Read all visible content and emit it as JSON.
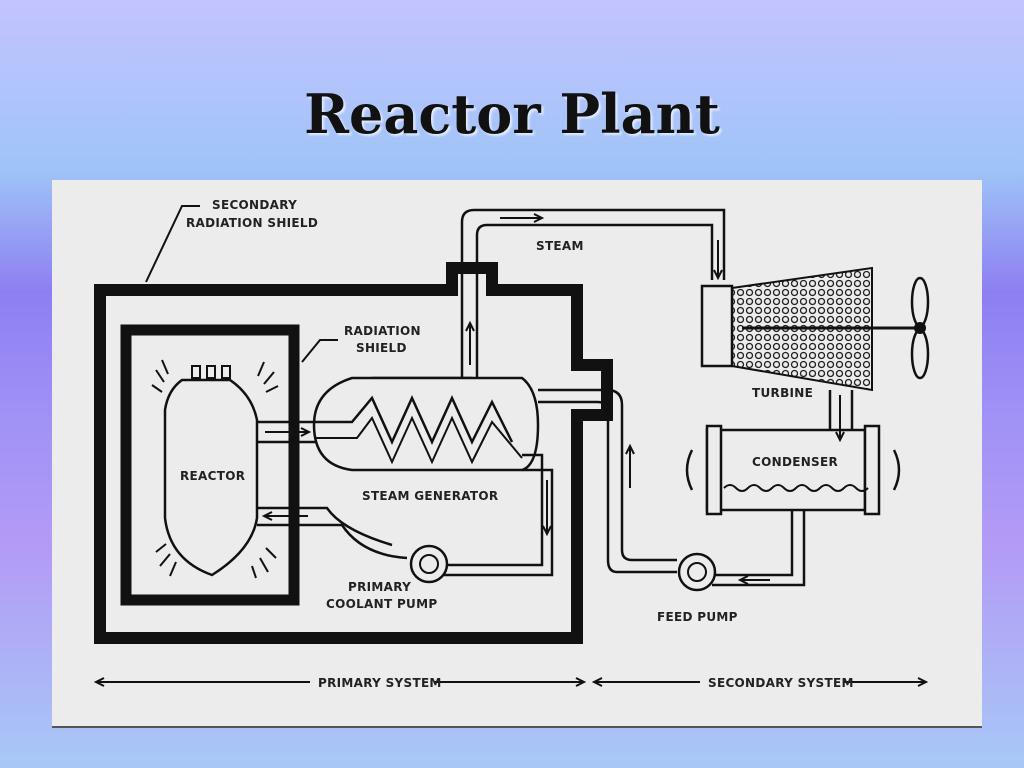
{
  "slide": {
    "title": "Reactor Plant"
  },
  "diagram": {
    "labels": {
      "secondary_shield_line1": "SECONDARY",
      "secondary_shield_line2": "RADIATION SHIELD",
      "radiation_shield_line1": "RADIATION",
      "radiation_shield_line2": "SHIELD",
      "reactor": "REACTOR",
      "steam": "STEAM",
      "turbine": "TURBINE",
      "steam_generator": "STEAM GENERATOR",
      "condenser": "CONDENSER",
      "primary_pump_line1": "PRIMARY",
      "primary_pump_line2": "COOLANT PUMP",
      "feed_pump": "FEED PUMP",
      "primary_system": "PRIMARY SYSTEM",
      "secondary_system": "SECONDARY SYSTEM"
    }
  }
}
